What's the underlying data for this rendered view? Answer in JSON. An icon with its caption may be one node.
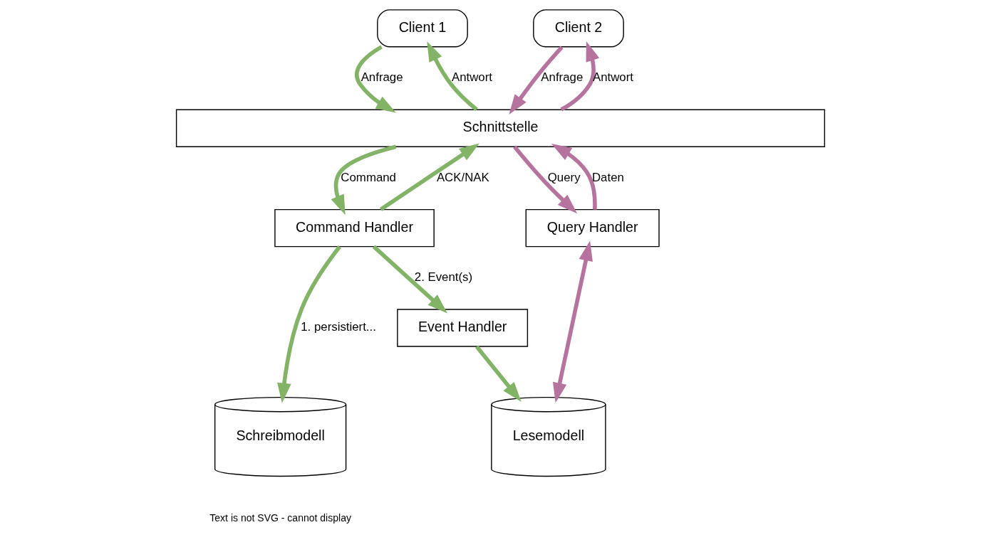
{
  "diagram": {
    "nodes": [
      {
        "text": [
          "Client 1"
        ]
      },
      {
        "text": [
          "Client 2"
        ]
      },
      {
        "text": [
          "Schnittstelle"
        ]
      },
      {
        "text": [
          "Command Handler"
        ]
      },
      {
        "text": [
          "Query Handler"
        ]
      },
      {
        "text": [
          "Event Handler"
        ]
      },
      {
        "text": [
          "Schreibmodell"
        ]
      },
      {
        "text": [
          "Lesemodell"
        ]
      }
    ],
    "edges": [
      {
        "from": 0,
        "to": 2,
        "arrow": "to",
        "label": "Anfrage"
      },
      {
        "from": 2,
        "to": 0,
        "arrow": "to",
        "label": "Antwort"
      },
      {
        "from": 1,
        "to": 2,
        "arrow": "to",
        "label": "Anfrage",
        "color": "#b5739d"
      },
      {
        "from": 2,
        "to": 1,
        "arrow": "to",
        "label": "Antwort",
        "color": "#b5739d"
      },
      {
        "from": 2,
        "to": 3,
        "arrow": "to",
        "label": "Command"
      },
      {
        "from": 3,
        "to": 2,
        "arrow": "to",
        "label": "ACK/NAK"
      },
      {
        "from": 2,
        "to": 4,
        "arrow": "to",
        "label": "Query",
        "color": "#b5739d"
      },
      {
        "from": 4,
        "to": 2,
        "arrow": "to",
        "label": "Daten",
        "color": "#b5739d"
      },
      {
        "from": 3,
        "to": 6,
        "arrow": "to",
        "label": "1. persistiert..."
      },
      {
        "from": 3,
        "to": 5,
        "arrow": "to",
        "label": "2. Event(s)"
      },
      {
        "from": 5,
        "to": 7,
        "arrow": "to"
      },
      {
        "from": 4,
        "to": 7,
        "arrow": "both",
        "color": "#b5739d"
      }
    ],
    "labels": [
      "Text is not SVG - cannot display"
    ]
  }
}
